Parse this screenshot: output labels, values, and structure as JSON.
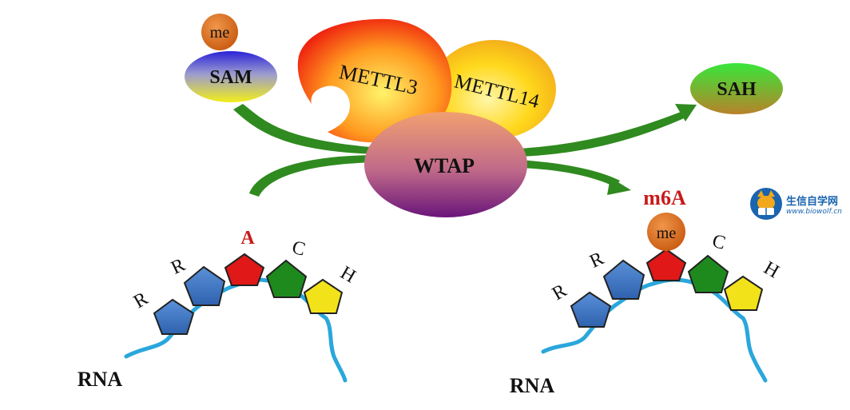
{
  "molecules": {
    "methyl_label": "me",
    "sam_label": "SAM",
    "sah_label": "SAH",
    "mettl3_label": "METTL3",
    "mettl14_label": "METTL14",
    "wtap_label": "WTAP"
  },
  "rna_left": {
    "rna_label": "RNA",
    "motif": [
      "R",
      "R",
      "A",
      "C",
      "H"
    ]
  },
  "rna_right": {
    "rna_label": "RNA",
    "modification_label": "m6A",
    "methyl_label": "me",
    "motif": [
      "R",
      "R",
      "C",
      "H"
    ]
  },
  "watermark": {
    "title": "生信自学网",
    "url": "www.biowolf.cn"
  },
  "colors": {
    "methyl": "#d96b1a",
    "purine": "#3f77c4",
    "adenosine": "#e01818",
    "cytidine": "#1e8a1e",
    "h_nucleotide": "#f2e21a",
    "arrow": "#2f8a1f",
    "rna_backbone": "#2aa7dc",
    "accent_red": "#c81a1a"
  }
}
